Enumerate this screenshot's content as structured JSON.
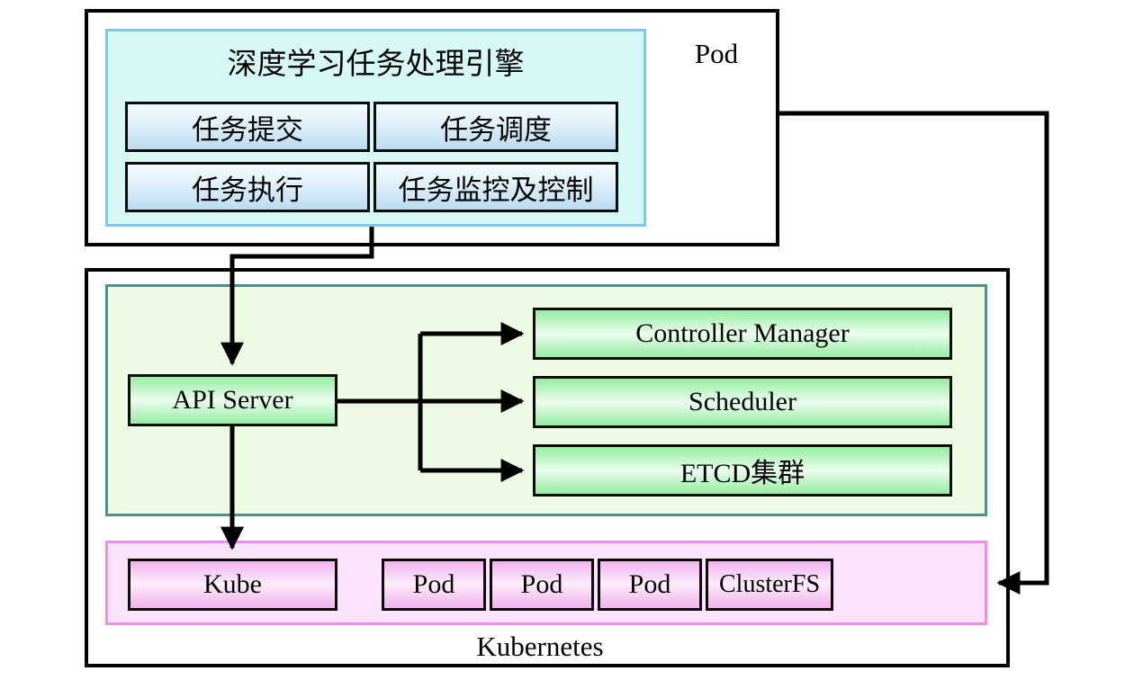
{
  "diagram": {
    "title_text": "",
    "colors": {
      "engine_panel_fill": "#d6f8f6",
      "engine_panel_border": "#7ec8ee",
      "control_plane_fill": "#eefbe4",
      "control_plane_border": "#4f8f8c",
      "node_panel_fill": "#fbe3fb",
      "node_panel_border": "#ef8ced",
      "blue_box": "#b8dcf0",
      "green_box": "#95eca0",
      "pink_box": "#f1b2ec",
      "line": "#000000"
    }
  },
  "pod_container": {
    "label": "Pod"
  },
  "engine": {
    "title": "深度学习任务处理引擎",
    "modules": [
      {
        "label": "任务提交"
      },
      {
        "label": "任务调度"
      },
      {
        "label": "任务执行"
      },
      {
        "label": "任务监控及控制"
      }
    ]
  },
  "kubernetes_container": {
    "label": "Kubernetes"
  },
  "control_plane": {
    "api_server": {
      "label": "API Server"
    },
    "components": [
      {
        "label": "Controller Manager"
      },
      {
        "label": "Scheduler"
      },
      {
        "label": "ETCD集群"
      }
    ]
  },
  "node_panel": {
    "items": [
      {
        "label": "Kube"
      },
      {
        "label": "Pod"
      },
      {
        "label": "Pod"
      },
      {
        "label": "Pod"
      },
      {
        "label": "ClusterFS"
      }
    ]
  }
}
